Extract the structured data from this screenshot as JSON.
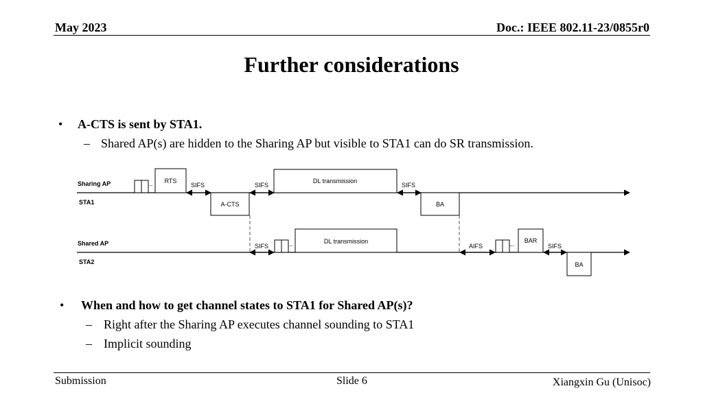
{
  "header": {
    "date": "May 2023",
    "doc": "Doc.: IEEE 802.11-23/0855r0"
  },
  "title": "Further considerations",
  "bullets": [
    {
      "text": "A-CTS is sent by STA1.",
      "subs": [
        "Shared AP(s) are hidden to the Sharing AP but visible to STA1 can do SR transmission."
      ]
    },
    {
      "text": "When and how to get channel states to STA1 for Shared AP(s)?",
      "subs": [
        "Right after the Sharing AP executes channel sounding to STA1",
        "Implicit sounding"
      ]
    }
  ],
  "bullet_symbol": "•",
  "dash_symbol": "–",
  "diagram": {
    "stations": [
      "Sharing AP",
      "STA1",
      "Shared AP",
      "STA2"
    ],
    "frames": {
      "rts": "RTS",
      "dl1": "DL transmission",
      "acts": "A-CTS",
      "ba1": "BA",
      "dl2": "DL transmission",
      "bar": "BAR",
      "ba2": "BA"
    },
    "gaps": {
      "sifs": "SIFS",
      "aifs": "AIFS"
    },
    "ellipsis": "..."
  },
  "footer": {
    "left": "Submission",
    "center": "Slide 6",
    "right": "Xiangxin Gu (Unisoc)"
  }
}
